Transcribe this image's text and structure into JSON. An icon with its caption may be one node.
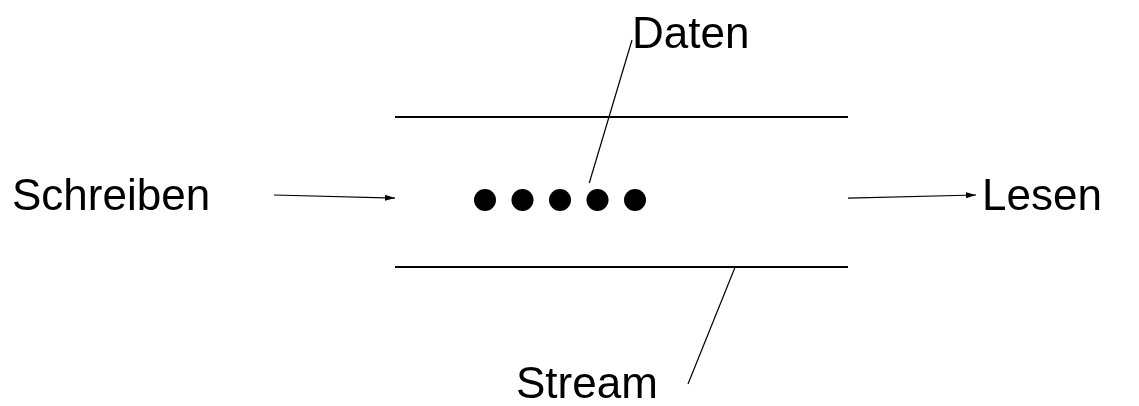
{
  "diagram": {
    "nodes": [
      {
        "text": [
          "Schreiben"
        ]
      },
      {
        "text": [
          "Daten"
        ]
      },
      {
        "text": [
          "Lesen"
        ]
      },
      {
        "text": [
          "Stream"
        ]
      },
      {
        "text": [],
        "shape": "pipe"
      },
      {
        "text": [],
        "shape": "dots",
        "in": 4
      }
    ],
    "edges": [
      {
        "from": 0,
        "to": 4,
        "arrow": "to"
      },
      {
        "from": 4,
        "to": 2,
        "arrow": "to"
      },
      {
        "from": 1,
        "to": 5,
        "arrow": "none"
      },
      {
        "from": 3,
        "to": 4,
        "arrow": "none"
      }
    ]
  }
}
